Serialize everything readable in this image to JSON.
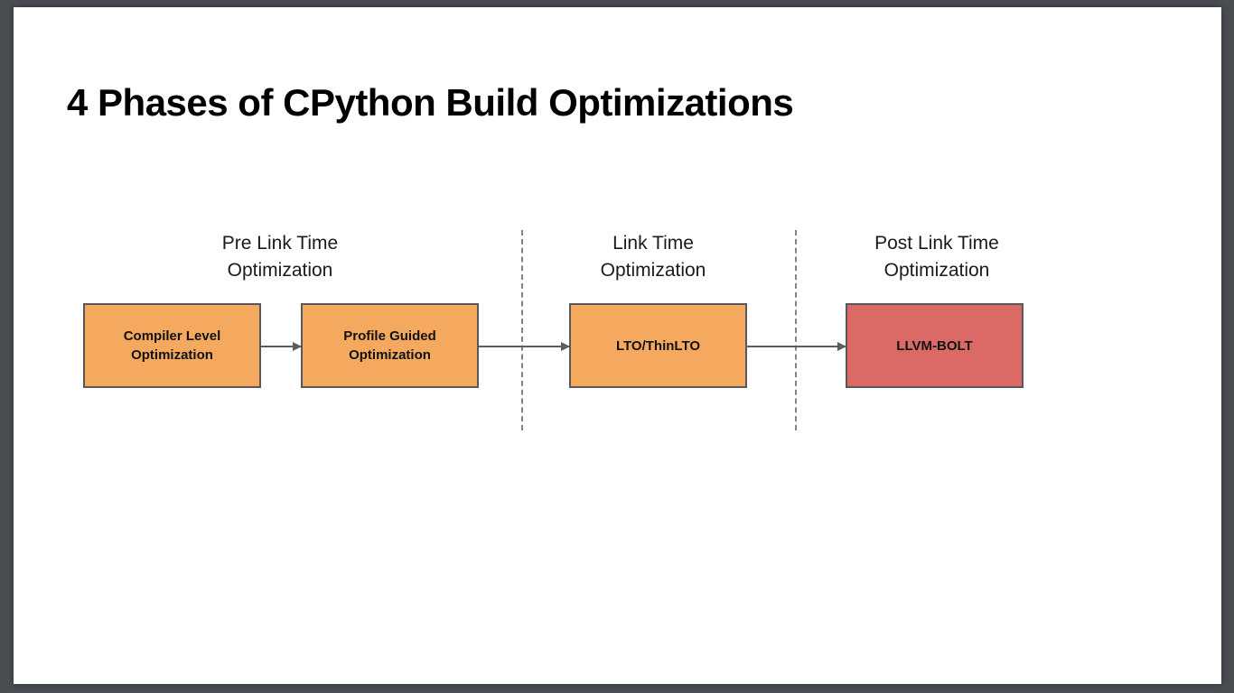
{
  "page": {
    "frame_background": "#4A4D52",
    "slide_background": "#FFFFFF"
  },
  "title": "4 Phases of CPython Build Optimizations",
  "diagram": {
    "phases": [
      {
        "label": "Pre Link Time\nOptimization"
      },
      {
        "label": "Link Time\nOptimization"
      },
      {
        "label": "Post Link Time\nOptimization"
      }
    ],
    "boxes": [
      {
        "label": "Compiler Level\nOptimization",
        "fill": "#F4A95F"
      },
      {
        "label": "Profile Guided\nOptimization",
        "fill": "#F4A95F"
      },
      {
        "label": "LTO/ThinLTO",
        "fill": "#F4A95F"
      },
      {
        "label": "LLVM-BOLT",
        "fill": "#DB6A66"
      }
    ],
    "colors": {
      "box_border": "#56585B",
      "arrow": "#5A5D61",
      "separator": "#808487",
      "label_text": "#1A1A1A",
      "box_text": "#111111"
    }
  }
}
